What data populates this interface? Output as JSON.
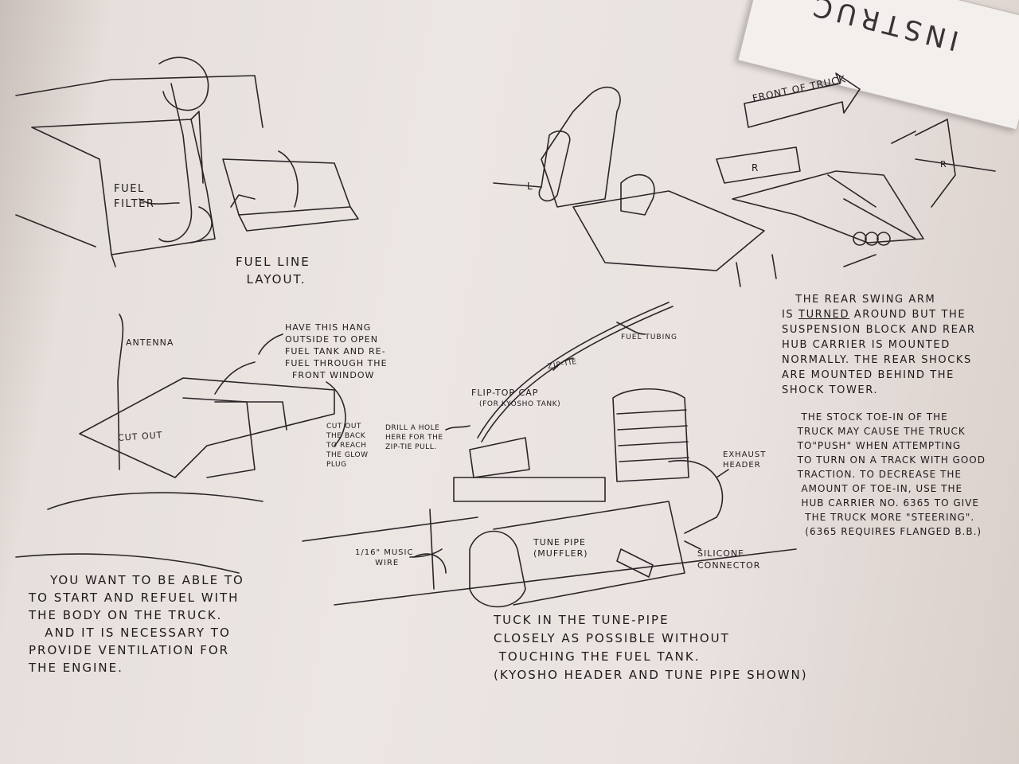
{
  "corner_heading": "INSTRUC",
  "diagrams": {
    "fuel_line": {
      "filter_label": "FUEL\nFILTER",
      "caption": "FUEL LINE\n  LAYOUT."
    },
    "rear_suspension": {
      "front_arrow": "FRONT OF TRUCK",
      "shock_label": "L",
      "block_label": "R",
      "hub_label": "R"
    },
    "body": {
      "antenna": "ANTENNA",
      "hang_note": "HAVE THIS HANG\nOUTSIDE TO OPEN\nFUEL TANK AND RE-\nFUEL THROUGH THE\n  FRONT WINDOW",
      "cut_out": "CUT OUT",
      "cut_back": "CUT OUT\nTHE BACK\nTO REACH\nTHE GLOW\nPLUG"
    },
    "engine": {
      "fuel_tubing": "FUEL TUBING",
      "zip_tie": "ZIP-TIE",
      "flip_cap": "FLIP-TOP CAP",
      "flip_cap_sub": "(FOR KYOSHO TANK)",
      "drill": "DRILL A HOLE\nHERE FOR THE\nZIP-TIE PULL.",
      "exhaust": "EXHAUST\nHEADER",
      "music_wire": "1/16\" MUSIC\n      WIRE",
      "tune_pipe": "TUNE PIPE\n(MUFFLER)",
      "silicone": "SILICONE\nCONNECTOR"
    }
  },
  "notes": {
    "rear_swing": {
      "line1": "   THE REAR SWING ARM",
      "line2_pre": "IS ",
      "line2_u": "TURNED",
      "line2_post": " AROUND BUT THE",
      "rest": "SUSPENSION BLOCK AND REAR\nHUB CARRIER IS MOUNTED\nNORMALLY. THE REAR SHOCKS\nARE MOUNTED BEHIND THE\nSHOCK TOWER."
    },
    "toe_in": "   THE STOCK TOE-IN OF THE\n  TRUCK MAY CAUSE THE TRUCK\n  TO\"PUSH\" WHEN ATTEMPTING\n  TO TURN ON A TRACK WITH GOOD\n  TRACTION. TO DECREASE THE\n   AMOUNT OF TOE-IN, USE THE\n   HUB CARRIER No. 6365 TO GIVE\n    THE TRUCK MORE \"STEERING\".\n    (6365 REQUIRES FLANGED B.B.)",
    "refuel": "    YOU WANT TO BE ABLE TO\nTO START AND REFUEL WITH\nTHE BODY ON THE TRUCK.\n   AND IT IS NECESSARY TO\nPROVIDE VENTILATION FOR\nTHE ENGINE.",
    "tune_pipe": "TUCK IN THE TUNE-PIPE\nCLOSELY AS POSSIBLE WITHOUT\n TOUCHING THE FUEL TANK.\n(KYOSHO HEADER AND TUNE PIPE SHOWN)"
  },
  "colors": {
    "ink": "#1e1b1d",
    "paper": "#ece6e3"
  }
}
